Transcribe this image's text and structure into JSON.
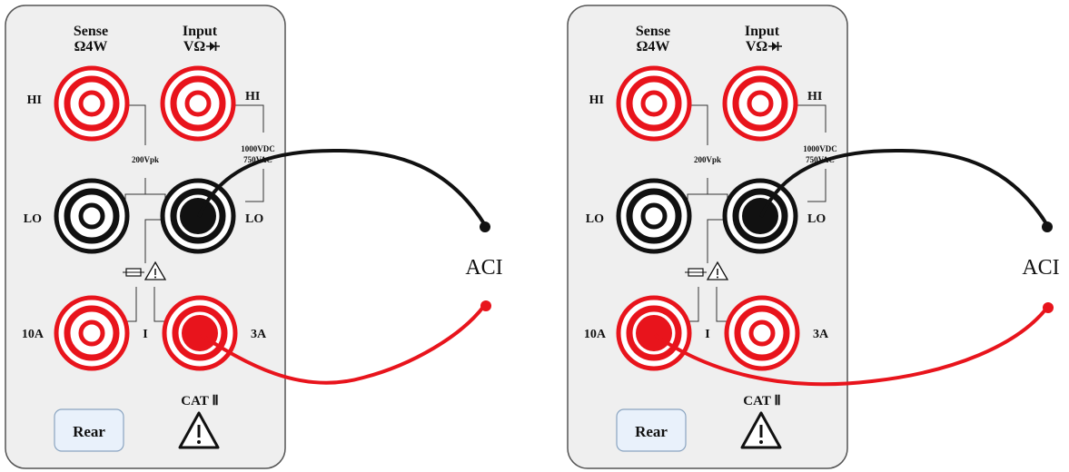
{
  "panels": [
    {
      "sense_title": "Sense",
      "sense_sub": "Ω4W",
      "input_title": "Input",
      "input_sub": "VΩ",
      "label_hi_left": "HI",
      "label_hi_right": "HI",
      "label_lo_left": "LO",
      "label_lo_right": "LO",
      "label_200vpk": "200Vpk",
      "label_1000vdc": "1000VDC",
      "label_750vac": "750VAC",
      "label_10a": "10A",
      "label_i": "I",
      "label_3a": "3A",
      "rear_button": "Rear",
      "cat_label": "CAT Ⅱ",
      "probe_label": "ACI",
      "active_current_terminal": "3A"
    },
    {
      "sense_title": "Sense",
      "sense_sub": "Ω4W",
      "input_title": "Input",
      "input_sub": "VΩ",
      "label_hi_left": "HI",
      "label_hi_right": "HI",
      "label_lo_left": "LO",
      "label_lo_right": "LO",
      "label_200vpk": "200Vpk",
      "label_1000vdc": "1000VDC",
      "label_750vac": "750VAC",
      "label_10a": "10A",
      "label_i": "I",
      "label_3a": "3A",
      "rear_button": "Rear",
      "cat_label": "CAT Ⅱ",
      "probe_label": "ACI",
      "active_current_terminal": "10A"
    }
  ],
  "colors": {
    "panel_fill": "#efefef",
    "panel_border": "#555555",
    "terminal_red": "#e8141c",
    "terminal_black": "#111111",
    "rear_fill": "#e9f1fb",
    "rear_border": "#8aa4c0"
  }
}
